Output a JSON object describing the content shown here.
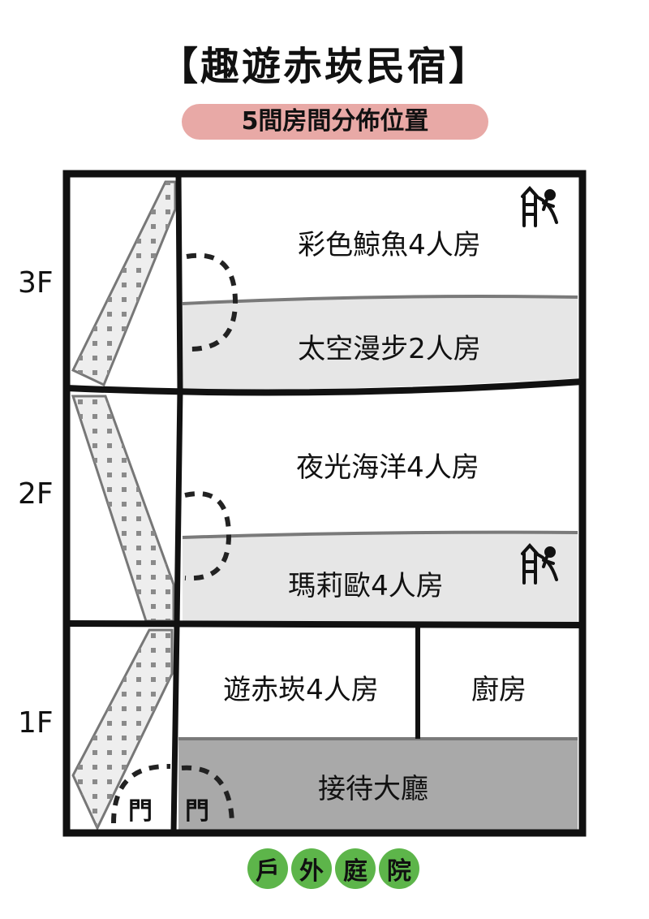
{
  "title": "【趣遊赤崁民宿】",
  "subtitle": "5間房間分佈位置",
  "floors": {
    "f3": "3F",
    "f2": "2F",
    "f1": "1F"
  },
  "rooms": {
    "r3a": "彩色鯨魚4人房",
    "r3b": "太空漫步2人房",
    "r2a": "夜光海洋4人房",
    "r2b": "瑪莉歐4人房",
    "r1a": "遊赤崁4人房",
    "kitchen": "廚房",
    "lobby": "接待大廳"
  },
  "doors": {
    "door_left": "門",
    "door_right": "門"
  },
  "outdoor": [
    "戶",
    "外",
    "庭",
    "院"
  ],
  "icons": {
    "slide_3f": "playground-slide-icon",
    "slide_2f": "playground-slide-icon"
  },
  "colors": {
    "subtitle_bg": "#e8a9a6",
    "room_gray_light": "#e6e6e6",
    "room_gray_dark": "#a9a9a9",
    "stair_fill": "#eeeeee",
    "outdoor_green": "#5db54a"
  }
}
